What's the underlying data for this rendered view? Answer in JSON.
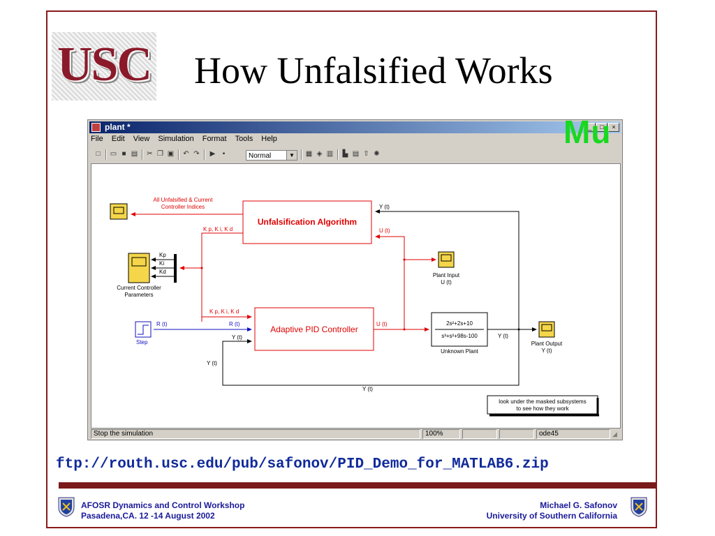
{
  "slide": {
    "logo_text": "USC",
    "title": "How Unfalsified Works",
    "url": "ftp://routh.usc.edu/pub/safonov/PID_Demo_for_MATLAB6.zip",
    "footer_left": [
      "AFOSR Dynamics and Control Workshop",
      "Pasadena,CA. 12 -14 August 2002"
    ],
    "footer_right": [
      "Michael G. Safonov",
      "University of Southern California"
    ],
    "frame_color": "#8a1a1a",
    "url_color": "#102a9a"
  },
  "window": {
    "title": "plant *",
    "overlay_text": "Mu",
    "title_buttons": [
      "_",
      "□",
      "×"
    ],
    "menu": [
      "File",
      "Edit",
      "View",
      "Simulation",
      "Format",
      "Tools",
      "Help"
    ],
    "toolbar_icons": [
      "new-icon",
      "open-icon",
      "save-icon",
      "print-icon",
      "cut-icon",
      "copy-icon",
      "paste-icon",
      "undo-icon",
      "redo-icon",
      "play-icon",
      "stop-icon",
      "library-icon",
      "model-browser-icon",
      "debug-icon",
      "build-icon",
      "update-icon",
      "parent-icon",
      "target-icon"
    ],
    "sim_mode": "Normal",
    "status": {
      "message": "Stop the simulation",
      "zoom": "100%",
      "solver": "ode45"
    }
  },
  "diagram": {
    "blocks": {
      "unfalsification": "Unfalsification Algorithm",
      "adaptive_pid": "Adaptive PID Controller",
      "plant_num": "2s²+2s+10",
      "plant_den": "s³+s²+98s-100",
      "plant_caption": "Unknown Plant",
      "step_caption": "Step",
      "plant_input_caption": [
        "Plant Input",
        "U (t)"
      ],
      "plant_output_caption": [
        "Plant Output",
        "Y (t)"
      ],
      "current_params_caption": [
        "Current Controller",
        "Parameters"
      ],
      "indices_caption": [
        "All Unfalsified & Current",
        "Controller Indices"
      ],
      "note": [
        "look under the masked subsystems",
        "to see how they work"
      ]
    },
    "signals": {
      "y": "Y (t)",
      "u": "U (t)",
      "r": "R (t)",
      "kpkikd": "K p, K i, K d",
      "kp": "Kp",
      "ki": "Ki",
      "kd": "Kd"
    },
    "colors": {
      "red": "#e00000",
      "blue": "#1010c0",
      "black": "#000000",
      "scope": "#f5d64a"
    }
  }
}
